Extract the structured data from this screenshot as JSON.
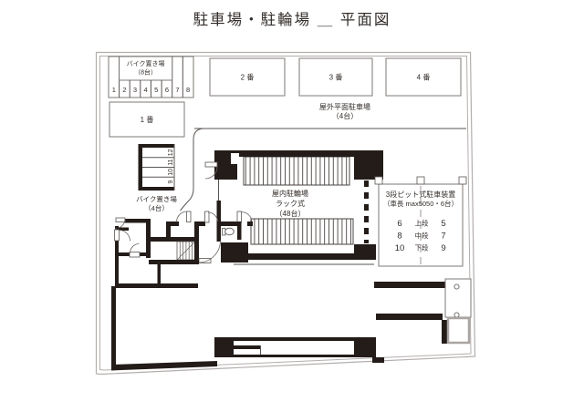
{
  "title": "駐車場・駐輪場 ＿ 平面図",
  "outdoor": {
    "area_label_line1": "屋外平面駐車場",
    "area_label_line2": "（4台）",
    "spaces": [
      "1 番",
      "2 番",
      "3 番",
      "4 番"
    ]
  },
  "bike8": {
    "label_line1": "バイク置き場",
    "label_line2": "（8台）",
    "stalls": [
      "1",
      "2",
      "3",
      "4",
      "5",
      "6",
      "7",
      "8"
    ]
  },
  "bike4": {
    "label_line1": "バイク置き場",
    "label_line2": "（4台）",
    "stalls": [
      "12",
      "11",
      "10",
      "9"
    ]
  },
  "indoor_bike": {
    "label_line1": "屋内駐輪場",
    "label_line2": "ラック式",
    "label_line3": "（48台）"
  },
  "pit": {
    "title": "3段ピット式駐車装置",
    "subtitle": "（車長 max5050・6台）",
    "rows": [
      {
        "left": "6",
        "label": "上段",
        "right": "5"
      },
      {
        "left": "8",
        "label": "中段",
        "right": "7"
      },
      {
        "left": "10",
        "label": "下段",
        "right": "9"
      }
    ]
  },
  "colors": {
    "wall": "#231c19",
    "thin_line": "#5a5553",
    "boundary": "#b3aeac",
    "text": "#332e2b",
    "background": "#ffffff"
  }
}
